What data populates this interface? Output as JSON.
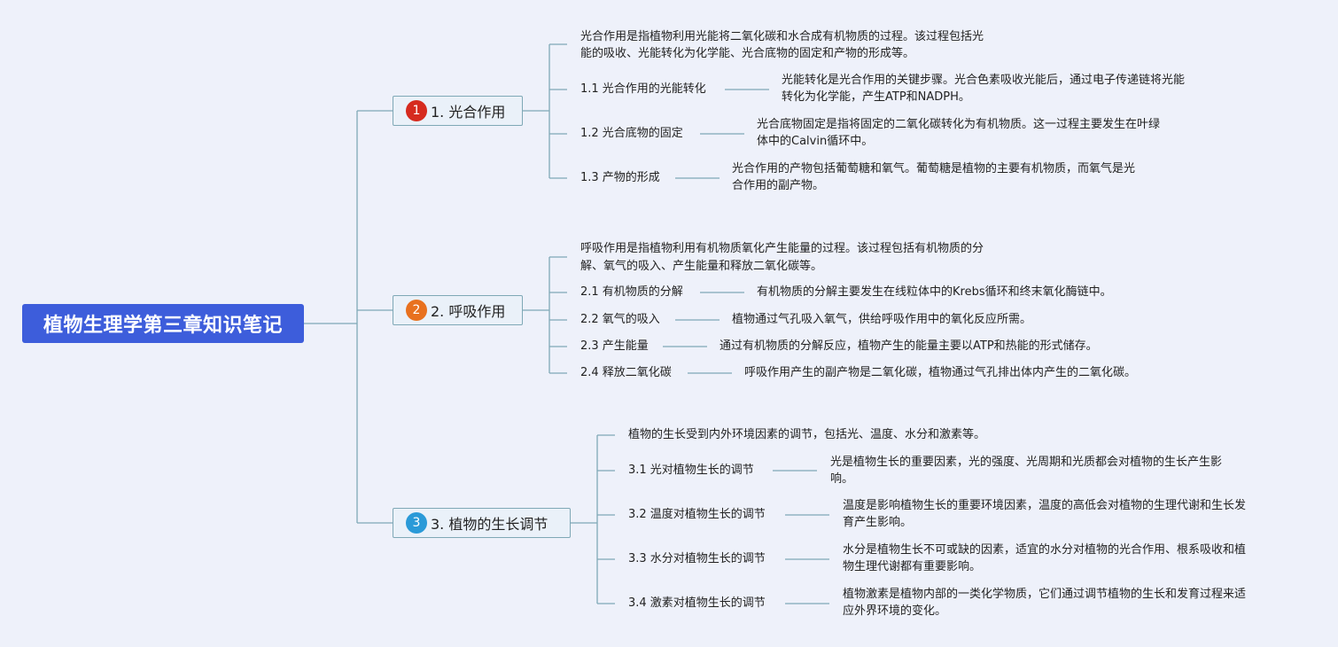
{
  "root": {
    "title": "植物生理学第三章知识笔记"
  },
  "branches": [
    {
      "badge": "1",
      "badge_color": "#d62b1f",
      "title": "1. 光合作用",
      "intro": [
        "光合作用是指植物利用光能将二氧化碳和水合成有机物质的过程。该过程包括光",
        "能的吸收、光能转化为化学能、光合底物的固定和产物的形成等。"
      ],
      "items": [
        {
          "label": "1.1 光合作用的光能转化",
          "desc": [
            "光能转化是光合作用的关键步骤。光合色素吸收光能后，通过电子传递链将光能",
            "转化为化学能，产生ATP和NADPH。"
          ]
        },
        {
          "label": "1.2 光合底物的固定",
          "desc": [
            "光合底物固定是指将固定的二氧化碳转化为有机物质。这一过程主要发生在叶绿",
            "体中的Calvin循环中。"
          ]
        },
        {
          "label": "1.3 产物的形成",
          "desc": [
            "光合作用的产物包括葡萄糖和氧气。葡萄糖是植物的主要有机物质，而氧气是光",
            "合作用的副产物。"
          ]
        }
      ]
    },
    {
      "badge": "2",
      "badge_color": "#e8711f",
      "title": "2. 呼吸作用",
      "intro": [
        "呼吸作用是指植物利用有机物质氧化产生能量的过程。该过程包括有机物质的分",
        "解、氧气的吸入、产生能量和释放二氧化碳等。"
      ],
      "items": [
        {
          "label": "2.1 有机物质的分解",
          "desc": [
            "有机物质的分解主要发生在线粒体中的Krebs循环和终末氧化酶链中。"
          ]
        },
        {
          "label": "2.2 氧气的吸入",
          "desc": [
            "植物通过气孔吸入氧气，供给呼吸作用中的氧化反应所需。"
          ]
        },
        {
          "label": "2.3 产生能量",
          "desc": [
            "通过有机物质的分解反应，植物产生的能量主要以ATP和热能的形式储存。"
          ]
        },
        {
          "label": "2.4 释放二氧化碳",
          "desc": [
            "呼吸作用产生的副产物是二氧化碳，植物通过气孔排出体内产生的二氧化碳。"
          ]
        }
      ]
    },
    {
      "badge": "3",
      "badge_color": "#2a9ad8",
      "title": "3. 植物的生长调节",
      "intro": [
        "植物的生长受到内外环境因素的调节，包括光、温度、水分和激素等。"
      ],
      "items": [
        {
          "label": "3.1 光对植物生长的调节",
          "desc": [
            "光是植物生长的重要因素，光的强度、光周期和光质都会对植物的生长产生影",
            "响。"
          ]
        },
        {
          "label": "3.2 温度对植物生长的调节",
          "desc": [
            "温度是影响植物生长的重要环境因素，温度的高低会对植物的生理代谢和生长发",
            "育产生影响。"
          ]
        },
        {
          "label": "3.3 水分对植物生长的调节",
          "desc": [
            "水分是植物生长不可或缺的因素，适宜的水分对植物的光合作用、根系吸收和植",
            "物生理代谢都有重要影响。"
          ]
        },
        {
          "label": "3.4 激素对植物生长的调节",
          "desc": [
            "植物激素是植物内部的一类化学物质，它们通过调节植物的生长和发育过程来适",
            "应外界环境的变化。"
          ]
        }
      ]
    }
  ]
}
